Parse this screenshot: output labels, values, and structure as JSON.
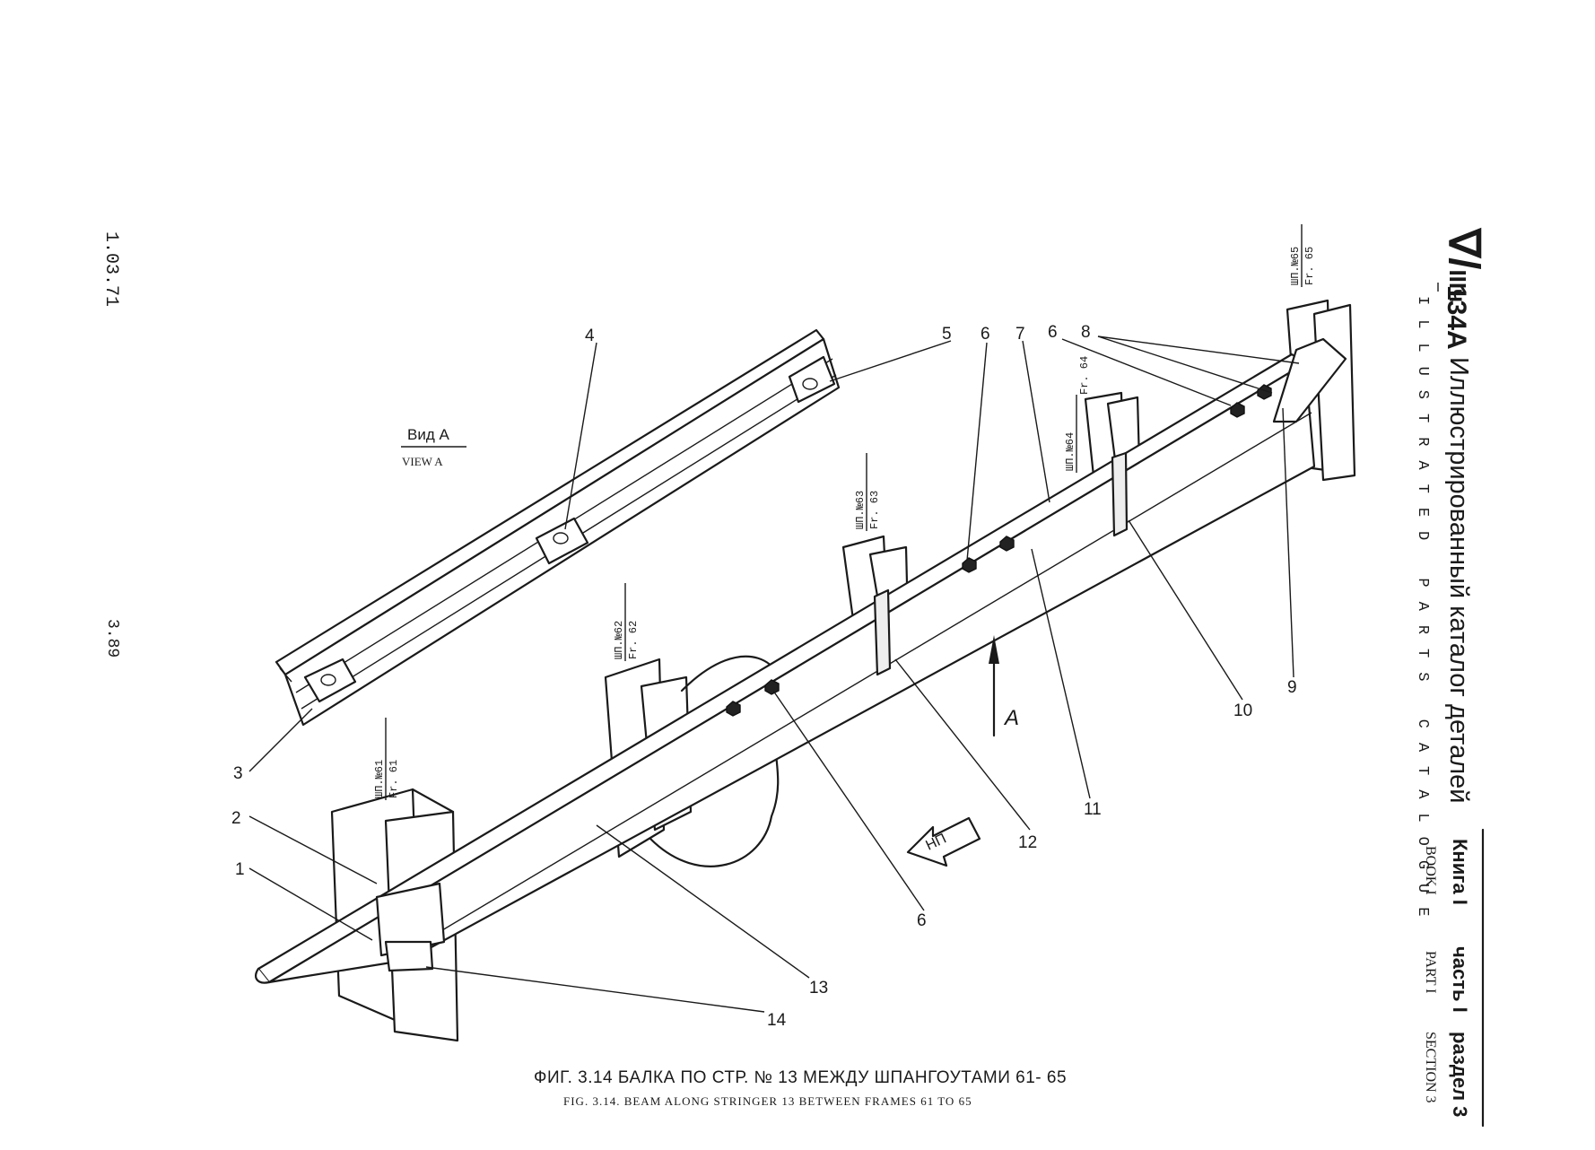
{
  "margin": {
    "date_code": "1.03.71",
    "page_number": "3.89"
  },
  "header": {
    "logo_model": "134А",
    "title_ru": "Иллюстрированный каталог деталей",
    "title_en": "ILLUSTRATED PARTS CATALOGUE",
    "kniga_ru": "Книга I",
    "chast_ru": "часть I",
    "razdel_ru": "раздел 3",
    "book_en": "BOOK I",
    "part_en": "PART I",
    "section_en": "SECTION 3"
  },
  "view": {
    "ru": "Вид А",
    "en": "VIEW A",
    "arrow_label": "А",
    "np_label": "НП"
  },
  "frames": [
    {
      "ru": "ШП.№61",
      "en": "Fr. 61"
    },
    {
      "ru": "ШП.№62",
      "en": "Fr. 62"
    },
    {
      "ru": "ШП.№63",
      "en": "Fr. 63"
    },
    {
      "ru": "ШП.№64",
      "en": "Fr. 64"
    },
    {
      "ru": "ШП.№65",
      "en": "Fr. 65"
    }
  ],
  "callouts": [
    "1",
    "2",
    "3",
    "4",
    "5",
    "6",
    "7",
    "6",
    "8",
    "9",
    "10",
    "11",
    "12",
    "6",
    "13",
    "14"
  ],
  "caption": {
    "ru": "ФИГ. 3.14  БАЛКА  ПО  СТР. № 13  МЕЖДУ ШПАНГОУТАМИ  61- 65",
    "en": "FIG. 3.14. BEAM ALONG STRINGER 13 BETWEEN FRAMES 61 TO 65"
  }
}
